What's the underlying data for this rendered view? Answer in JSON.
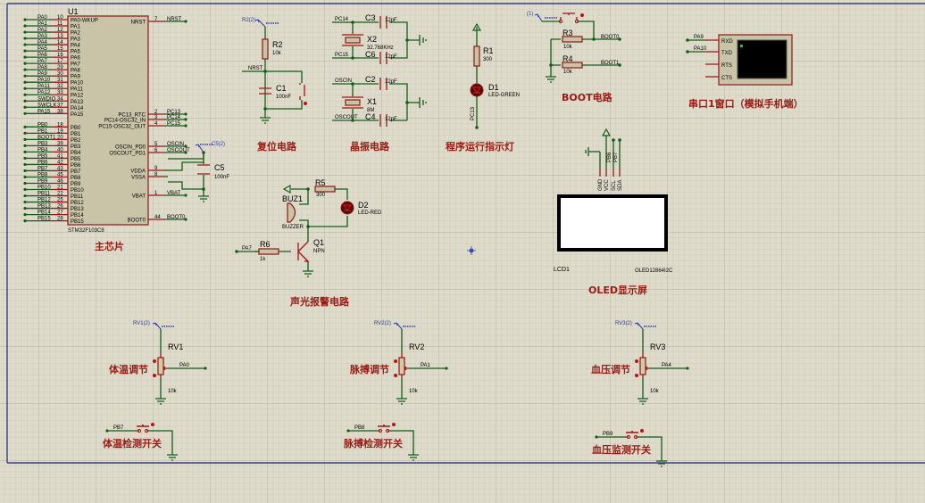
{
  "app": "Proteus ISIS Schematic",
  "colors": {
    "background": "#dedbcb",
    "grid_minor": "#cbc8b6",
    "grid_major": "#bcb9a6",
    "border": "#3a3e88",
    "wire": "#155c1a",
    "pin": "#a01414",
    "title_text": "#9a1a14",
    "component_fill": "#c9c4a8",
    "probe_text": "#2a3ca0"
  },
  "mcu": {
    "ref": "U1",
    "part": "STM32F103C8",
    "title": "主芯片",
    "left_pins": [
      {
        "net": "PA0",
        "num": "10",
        "name": "PA0-WKUP"
      },
      {
        "net": "PA1",
        "num": "11",
        "name": "PA1"
      },
      {
        "net": "PA2",
        "num": "12",
        "name": "PA2"
      },
      {
        "net": "PA3",
        "num": "13",
        "name": "PA3"
      },
      {
        "net": "PA4",
        "num": "14",
        "name": "PA4"
      },
      {
        "net": "PA5",
        "num": "15",
        "name": "PA5"
      },
      {
        "net": "PA6",
        "num": "16",
        "name": "PA6"
      },
      {
        "net": "PA7",
        "num": "17",
        "name": "PA7"
      },
      {
        "net": "PA8",
        "num": "29",
        "name": "PA8"
      },
      {
        "net": "PA9",
        "num": "30",
        "name": "PA9"
      },
      {
        "net": "PA10",
        "num": "31",
        "name": "PA10"
      },
      {
        "net": "PA11",
        "num": "32",
        "name": "PA11"
      },
      {
        "net": "PA12",
        "num": "33",
        "name": "PA12"
      },
      {
        "net": "SWDIO",
        "num": "34",
        "name": "PA13"
      },
      {
        "net": "SWCLK",
        "num": "37",
        "name": "PA14"
      },
      {
        "net": "PA15",
        "num": "38",
        "name": "PA15"
      },
      {
        "net": "PB0",
        "num": "18",
        "name": "PB0"
      },
      {
        "net": "PB1",
        "num": "19",
        "name": "PB1"
      },
      {
        "net": "BOOT1",
        "num": "20",
        "name": "PB2"
      },
      {
        "net": "PB3",
        "num": "39",
        "name": "PB3"
      },
      {
        "net": "PB4",
        "num": "40",
        "name": "PB4"
      },
      {
        "net": "PB5",
        "num": "41",
        "name": "PB5"
      },
      {
        "net": "PB6",
        "num": "42",
        "name": "PB6"
      },
      {
        "net": "PB7",
        "num": "43",
        "name": "PB7"
      },
      {
        "net": "PB8",
        "num": "45",
        "name": "PB8"
      },
      {
        "net": "PB9",
        "num": "46",
        "name": "PB9"
      },
      {
        "net": "PB10",
        "num": "21",
        "name": "PB10"
      },
      {
        "net": "PB11",
        "num": "22",
        "name": "PB11"
      },
      {
        "net": "PB12",
        "num": "25",
        "name": "PB12"
      },
      {
        "net": "PB13",
        "num": "26",
        "name": "PB13"
      },
      {
        "net": "PB14",
        "num": "27",
        "name": "PB14"
      },
      {
        "net": "PB15",
        "num": "28",
        "name": "PB15"
      }
    ],
    "right_pins": [
      {
        "net": "NRST",
        "num": "7",
        "name": "NRST"
      },
      {
        "net": "PC13",
        "num": "2",
        "name": "PC13_RTC"
      },
      {
        "net": "PC14",
        "num": "3",
        "name": "PC14-OSC32_IN"
      },
      {
        "net": "PC15",
        "num": "4",
        "name": "PC15-OSC32_OUT"
      },
      {
        "net": "OSCIN",
        "num": "5",
        "name": "OSCIN_PD0"
      },
      {
        "net": "OSCOUT",
        "num": "6",
        "name": "OSCOUT_PD1"
      },
      {
        "net": "",
        "num": "9",
        "name": "VDDA"
      },
      {
        "net": "",
        "num": "8",
        "name": "VSSA"
      },
      {
        "net": "VBAT",
        "num": "1",
        "name": "VBAT"
      },
      {
        "net": "BOOT0",
        "num": "44",
        "name": "BOOT0"
      }
    ],
    "decoupling": {
      "ref": "C5",
      "value": "100nF",
      "probe": "C5(2)"
    }
  },
  "reset": {
    "title": "复位电路",
    "probe": "R2(2)",
    "resistor": {
      "ref": "R2",
      "value": "10k"
    },
    "capacitor": {
      "ref": "C1",
      "value": "100nF"
    },
    "net": "NRST"
  },
  "crystal": {
    "title": "晶振电路",
    "lse": {
      "in": "PC14",
      "out": "PC15",
      "ref": "X2",
      "value": "32.768KHz",
      "c_in": {
        "ref": "C3",
        "value": "12pF"
      },
      "c_out": {
        "ref": "C6",
        "value": "12pF"
      }
    },
    "hse": {
      "in": "OSCIN",
      "out": "OSCOUT",
      "ref": "X1",
      "value": "8M",
      "c_in": {
        "ref": "C2",
        "value": "12pF"
      },
      "c_out": {
        "ref": "C4",
        "value": "12pF"
      }
    }
  },
  "run_led": {
    "title": "程序运行指示灯",
    "resistor": {
      "ref": "R1",
      "value": "300"
    },
    "led": {
      "ref": "D1",
      "value": "LED-GREEN"
    },
    "net": "PC13"
  },
  "boot": {
    "title": "BOOT电路",
    "probe": "(1)",
    "r3": {
      "ref": "R3",
      "value": "10k",
      "net": "BOOT0"
    },
    "r4": {
      "ref": "R4",
      "value": "10k",
      "net": "BOOT1"
    }
  },
  "uart": {
    "title": "串口1窗口（模拟手机端）",
    "pins": [
      "RXD",
      "TXD",
      "RTS",
      "CTS"
    ],
    "nets": [
      "PA9",
      "PA10"
    ]
  },
  "oled": {
    "title": "OLED显示屏",
    "ref": "LCD1",
    "part": "OLED12864I2C",
    "pins": [
      "GND",
      "VCC",
      "SCL",
      "SDA"
    ],
    "nets": [
      "PB6",
      "PB7"
    ]
  },
  "alarm": {
    "title": "声光报警电路",
    "r5": {
      "ref": "R5",
      "value": "300"
    },
    "led": {
      "ref": "D2",
      "value": "LED-RED"
    },
    "buzzer": {
      "ref": "BUZ1",
      "value": "BUZZER"
    },
    "r6": {
      "ref": "R6",
      "value": "1k"
    },
    "transistor": {
      "ref": "Q1",
      "value": "NPN"
    },
    "net": "PA7"
  },
  "sensors": [
    {
      "title": "体温调节",
      "probe": "RV1(2)",
      "ref": "RV1",
      "value": "10k",
      "net": "PA0",
      "switch_title": "体温检测开关",
      "switch_net": "PB7"
    },
    {
      "title": "脉搏调节",
      "probe": "RV2(2)",
      "ref": "RV2",
      "value": "10k",
      "net": "PA1",
      "switch_title": "脉搏检测开关",
      "switch_net": "PB8"
    },
    {
      "title": "血压调节",
      "probe": "RV3(2)",
      "ref": "RV3",
      "value": "10k",
      "net": "PA4",
      "switch_title": "血压监测开关",
      "switch_net": "PB9"
    }
  ]
}
